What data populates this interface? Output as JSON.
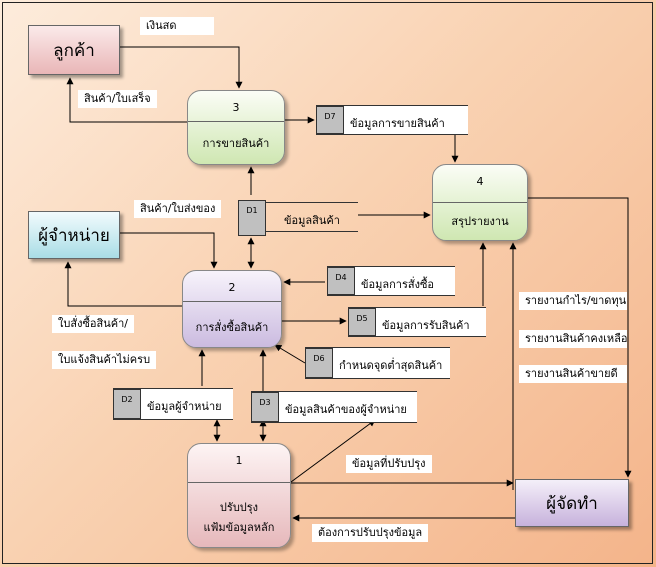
{
  "entities": {
    "customer": "ลูกค้า",
    "supplier": "ผู้จำหน่าย",
    "producer": "ผู้จัดทำ"
  },
  "processes": {
    "p3": {
      "number": "3",
      "name": "การขายสินค้า"
    },
    "p4": {
      "number": "4",
      "name": "สรุปรายงาน"
    },
    "p2": {
      "number": "2",
      "name": "การสั่งซื้อสินค้า"
    },
    "p1": {
      "number": "1",
      "name_line1": "ปรับปรุง",
      "name_line2": "แฟ้มข้อมูลหลัก"
    }
  },
  "stores": {
    "d7": {
      "id": "D7",
      "label": "ข้อมูลการขายสินค้า"
    },
    "d1": {
      "id": "D1",
      "label": "ข้อมูลสินค้า"
    },
    "d4": {
      "id": "D4",
      "label": "ข้อมูลการสั่งซื้อ"
    },
    "d5": {
      "id": "D5",
      "label": "ข้อมูลการรับสินค้า"
    },
    "d6": {
      "id": "D6",
      "label": "กำหนดจุดต่ำสุดสินค้า"
    },
    "d2": {
      "id": "D2",
      "label": "ข้อมูลผู้จำหน่าย"
    },
    "d3": {
      "id": "D3",
      "label": "ข้อมูลสินค้าของผู้จำหน่าย"
    }
  },
  "flows": {
    "cash": "เงินสด",
    "goods_receipt": "สินค้า/ใบเสร็จ",
    "goods_delivery": "สินค้า/ใบส่งของ",
    "order_line1": "ใบสั่งซื้อสินค้า/",
    "order_line2": "ใบแจ้งสินค้าไม่ครบ",
    "report_profit": "รายงานกำไร/ขาดทุน",
    "report_stock": "รายงานสินค้าคงเหลือ",
    "report_bestseller": "รายงานสินค้าขายดี",
    "updated_data": "ข้อมูลที่ปรับปรุง",
    "update_request": "ต้องการปรับปรุงข้อมูล"
  }
}
